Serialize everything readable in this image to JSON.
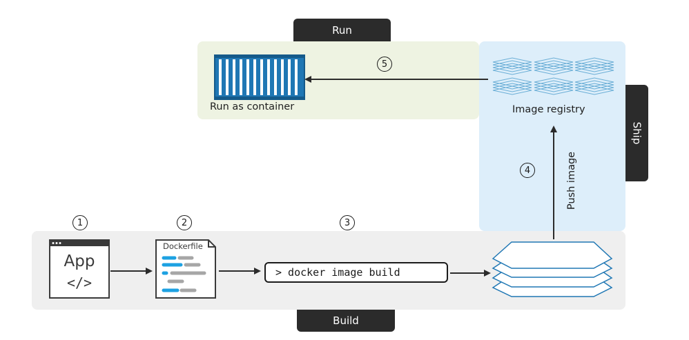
{
  "tabs": {
    "run": "Run",
    "ship": "Ship",
    "build": "Build"
  },
  "labels": {
    "run_as_container": "Run as container",
    "image_registry": "Image registry",
    "push_image": "Push image"
  },
  "app": {
    "title": "App",
    "code": "</>"
  },
  "dockerfile": {
    "title": "Dockerfile"
  },
  "command": "> docker image build",
  "steps": [
    "1",
    "2",
    "3",
    "4",
    "5"
  ],
  "colors": {
    "run_panel": "#eef3e2",
    "ship_panel": "#ddeefa",
    "build_panel": "#efefef",
    "tab": "#2b2b2b",
    "accent_blue": "#1f77b4",
    "code_blue": "#1da1e2",
    "code_gray": "#a6a6a6"
  },
  "icons": [
    "container-icon",
    "registry-stack-icon",
    "app-window-icon",
    "dockerfile-icon",
    "image-layers-icon"
  ]
}
